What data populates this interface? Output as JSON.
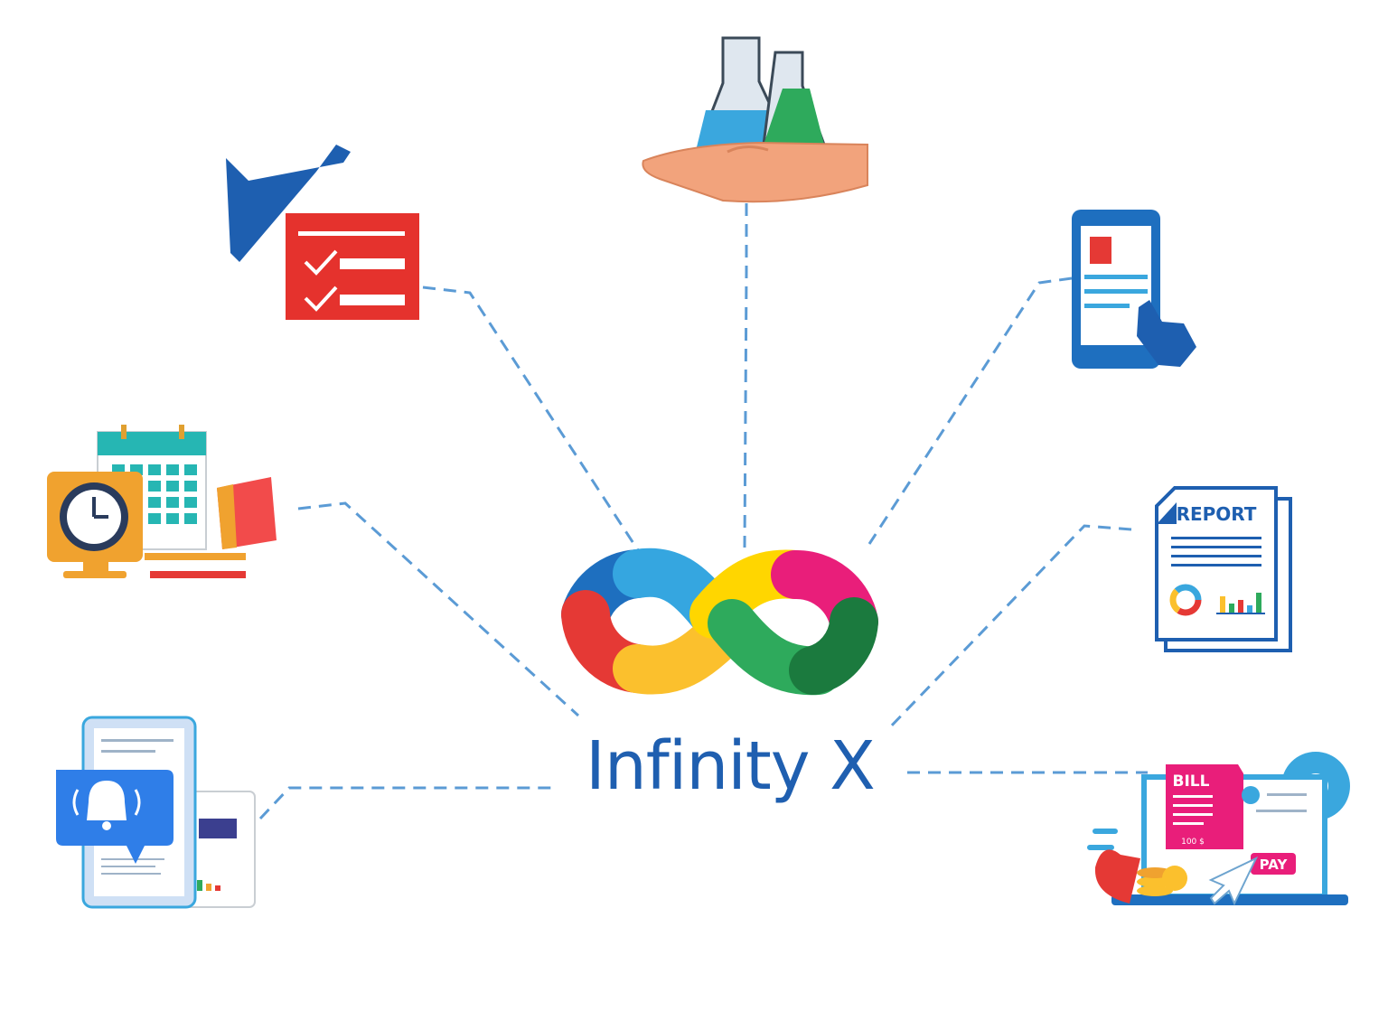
{
  "brand": {
    "name": "Infinity X"
  },
  "colors": {
    "connector": "#5b9bd5",
    "brand_text": "#1f5fb0",
    "infinity": [
      "#1e6fbf",
      "#35a6e0",
      "#e53935",
      "#fbc02d",
      "#ffd600",
      "#2eaa5c",
      "#e91e7a",
      "#1b7a3e"
    ]
  },
  "nodes": {
    "lab": {
      "icon": "hand-holding-flasks-icon"
    },
    "maintenance": {
      "icon": "tools-checklist-icon"
    },
    "mobile": {
      "icon": "mobile-touch-icon"
    },
    "scheduling": {
      "icon": "calendar-clock-icon"
    },
    "report": {
      "icon": "report-document-icon",
      "label": "REPORT"
    },
    "alerts": {
      "icon": "notification-bell-icon"
    },
    "billing": {
      "icon": "bill-payment-icon",
      "bill_label": "BILL",
      "amount_label": "100 $",
      "pay_label": "PAY"
    }
  }
}
